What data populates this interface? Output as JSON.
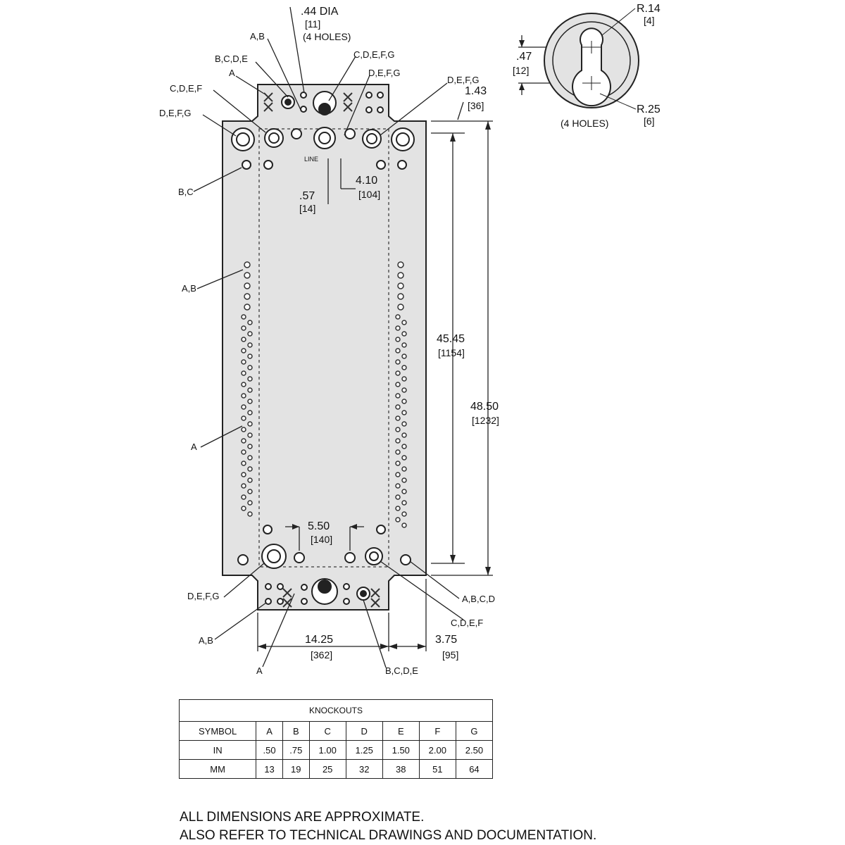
{
  "drawing": {
    "hole_dia": {
      "value": ".44 DIA",
      "mm": "[11]",
      "count": "(4 HOLES)"
    },
    "keyhole": {
      "r_small": {
        "value": "R.14",
        "mm": "[4]"
      },
      "r_large": {
        "value": "R.25",
        "mm": "[6]"
      },
      "spacing": {
        "value": ".47",
        "mm": "[12]"
      },
      "count": "(4 HOLES)"
    },
    "dims": {
      "top_offset": {
        "value": "1.43",
        "mm": "[36]"
      },
      "inner_height": {
        "value": "45.45",
        "mm": "[1154]"
      },
      "overall_height": {
        "value": "48.50",
        "mm": "[1232]"
      },
      "side_offset": {
        "value": "4.10",
        "mm": "[104]"
      },
      "small_offset": {
        "value": ".57",
        "mm": "[14]"
      },
      "bottom_gap": {
        "value": "5.50",
        "mm": "[140]"
      },
      "width": {
        "value": "14.25",
        "mm": "[362]"
      },
      "side_width": {
        "value": "3.75",
        "mm": "[95]"
      }
    },
    "callouts": {
      "t_ab": "A,B",
      "t_bcde": "B,C,D,E",
      "t_a": "A",
      "t_cdefg": "C,D,E,F,G",
      "t_defg_r": "D,E,F,G",
      "t_defg_rr": "D,E,F,G",
      "t_cdef": "C,D,E,F",
      "t_defg_l": "D,E,F,G",
      "l_bc": "B,C",
      "l_ab": "A,B",
      "l_a": "A",
      "b_defg": "D,E,F,G",
      "b_ab": "A,B",
      "b_a": "A",
      "b_bcde": "B,C,D,E",
      "b_abcd": "A,B,C,D",
      "b_cdef": "C,D,E,F"
    },
    "linehint": "LINE"
  },
  "knockouts": {
    "title": "KNOCKOUTS",
    "rows": [
      [
        "SYMBOL",
        "A",
        "B",
        "C",
        "D",
        "E",
        "F",
        "G"
      ],
      [
        "IN",
        ".50",
        ".75",
        "1.00",
        "1.25",
        "1.50",
        "2.00",
        "2.50"
      ],
      [
        "MM",
        "13",
        "19",
        "25",
        "32",
        "38",
        "51",
        "64"
      ]
    ]
  },
  "notes": [
    "ALL DIMENSIONS ARE APPROXIMATE.",
    "ALSO REFER TO TECHNICAL DRAWINGS AND DOCUMENTATION."
  ]
}
